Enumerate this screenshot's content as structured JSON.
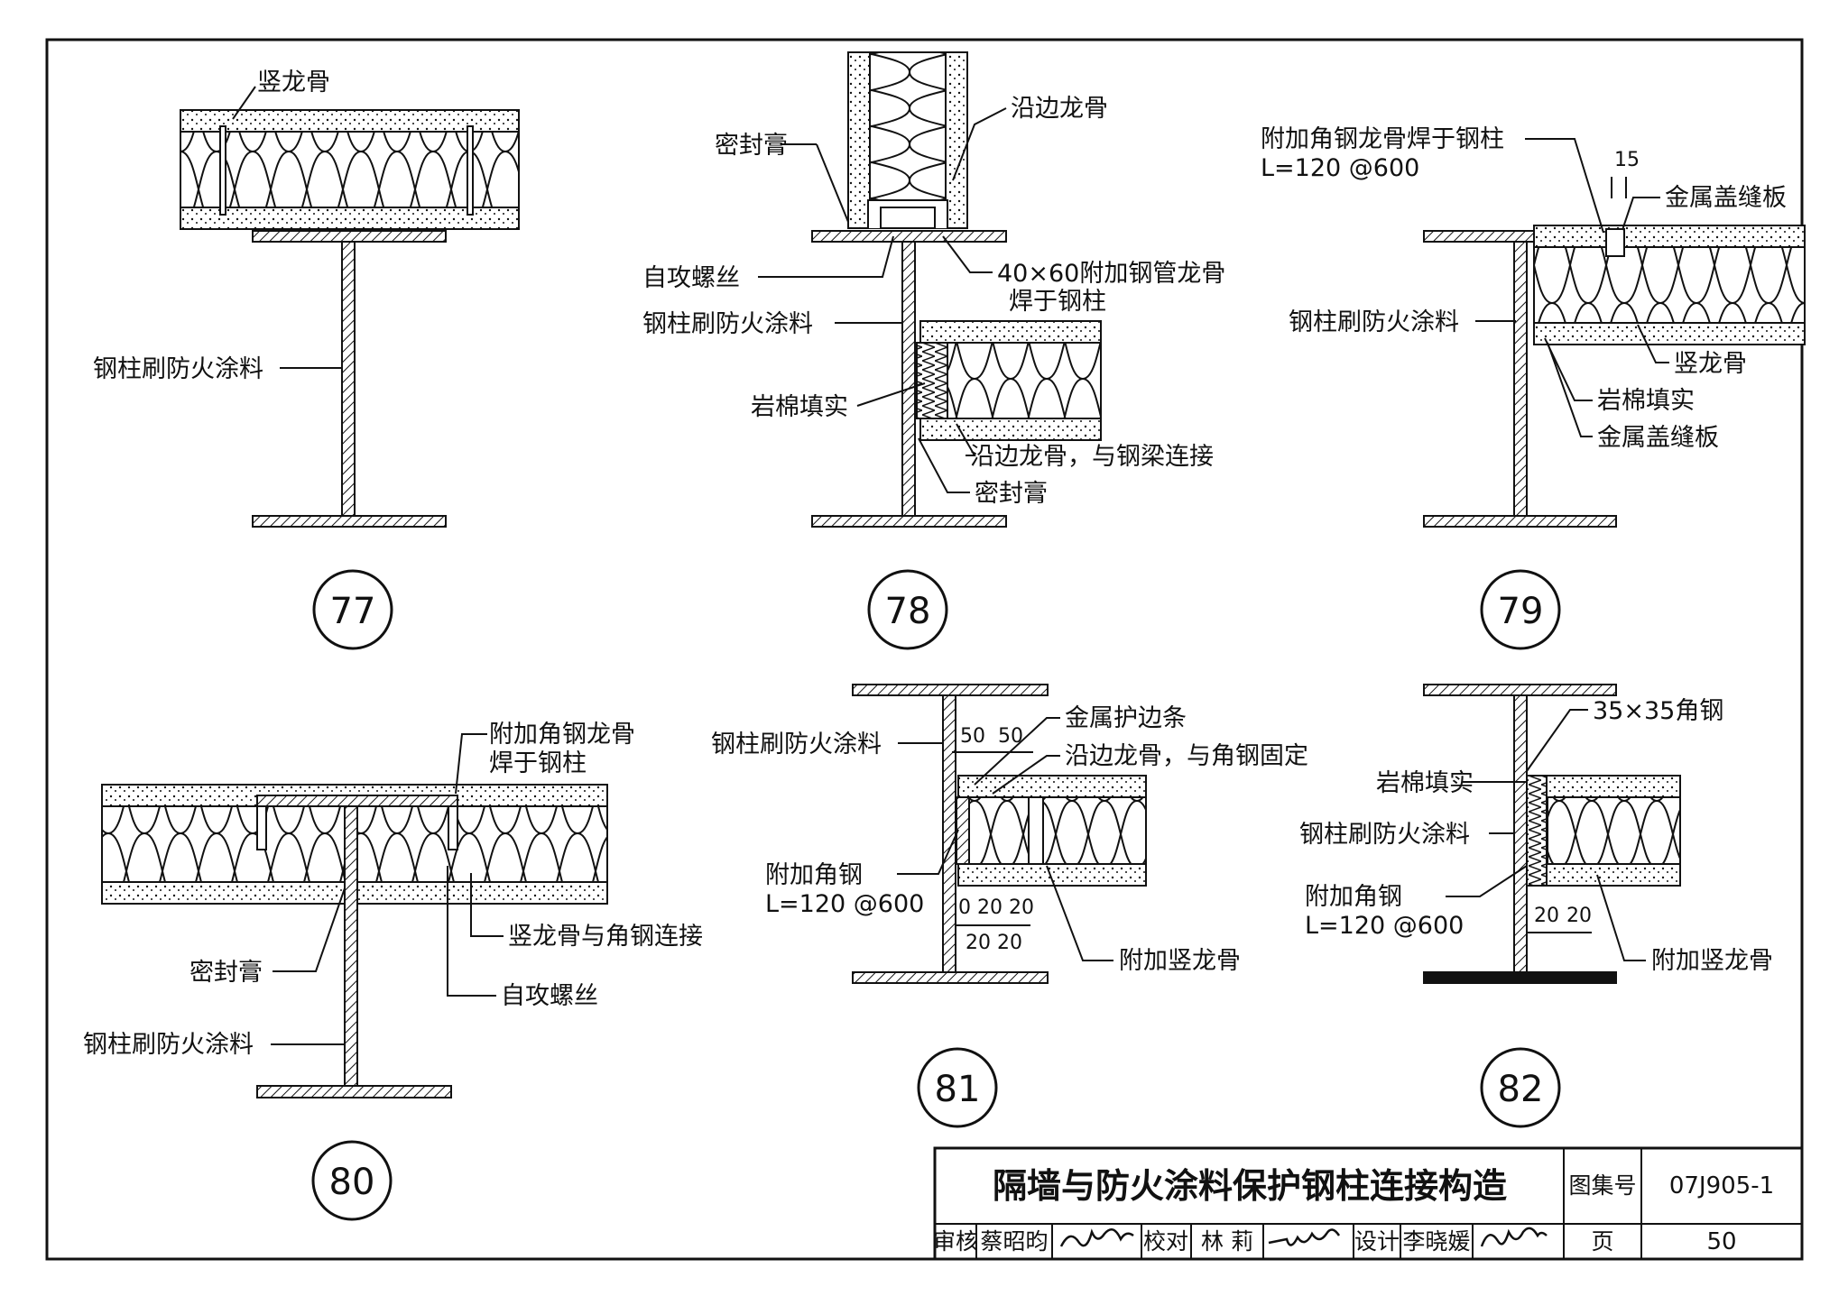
{
  "details": [
    {
      "number": "77",
      "labels": {
        "stud": "竖龙骨",
        "fireproof": "钢柱刷防火涂料"
      }
    },
    {
      "number": "78",
      "labels": {
        "edge_top": "沿边龙骨",
        "sealant_top": "密封膏",
        "screw": "自攻螺丝",
        "tube_1": "40×60附加钢管龙骨",
        "tube_2": "焊于钢柱",
        "fireproof": "钢柱刷防火涂料",
        "rockwool": "岩棉填实",
        "edge_beam": "沿边龙骨，与钢梁连接",
        "sealant_bottom": "密封膏"
      }
    },
    {
      "number": "79",
      "labels": {
        "angle_1": "附加角钢龙骨焊于钢柱",
        "angle_2": "L=120   @600",
        "dim_15": "15",
        "cover_top": "金属盖缝板",
        "fireproof": "钢柱刷防火涂料",
        "stud": "竖龙骨",
        "rockwool": "岩棉填实",
        "cover_bottom": "金属盖缝板"
      }
    },
    {
      "number": "80",
      "labels": {
        "angle_1": "附加角钢龙骨",
        "angle_2": "焊于钢柱",
        "stud_angle": "竖龙骨与角钢连接",
        "sealant": "密封膏",
        "screw": "自攻螺丝",
        "fireproof": "钢柱刷防火涂料"
      }
    },
    {
      "number": "81",
      "labels": {
        "fireproof": "钢柱刷防火涂料",
        "dim_50a": "50",
        "dim_50b": "50",
        "edge_strip": "金属护边条",
        "edge_stud": "沿边龙骨，与角钢固定",
        "angle_1": "附加角钢",
        "angle_2": "L=120   @600",
        "dims_top": "0 20 20",
        "dims_bottom": "20 20",
        "extra_stud": "附加竖龙骨"
      }
    },
    {
      "number": "82",
      "labels": {
        "angle35": "35×35角钢",
        "rockwool": "岩棉填实",
        "fireproof": "钢柱刷防火涂料",
        "angle_1": "附加角钢",
        "angle_2": "L=120  @600",
        "dim_20a": "20",
        "dim_20b": "20",
        "extra_stud": "附加竖龙骨"
      }
    }
  ],
  "title_block": {
    "title": "隔墙与防火涂料保护钢柱连接构造",
    "atlas_label": "图集号",
    "atlas_no": "07J905-1",
    "review_label": "审核",
    "reviewer": "蔡昭昀",
    "check_label": "校对",
    "checker": "林  莉",
    "design_label": "设计",
    "designer": "李晓媛",
    "page_label": "页",
    "page_no": "50"
  }
}
